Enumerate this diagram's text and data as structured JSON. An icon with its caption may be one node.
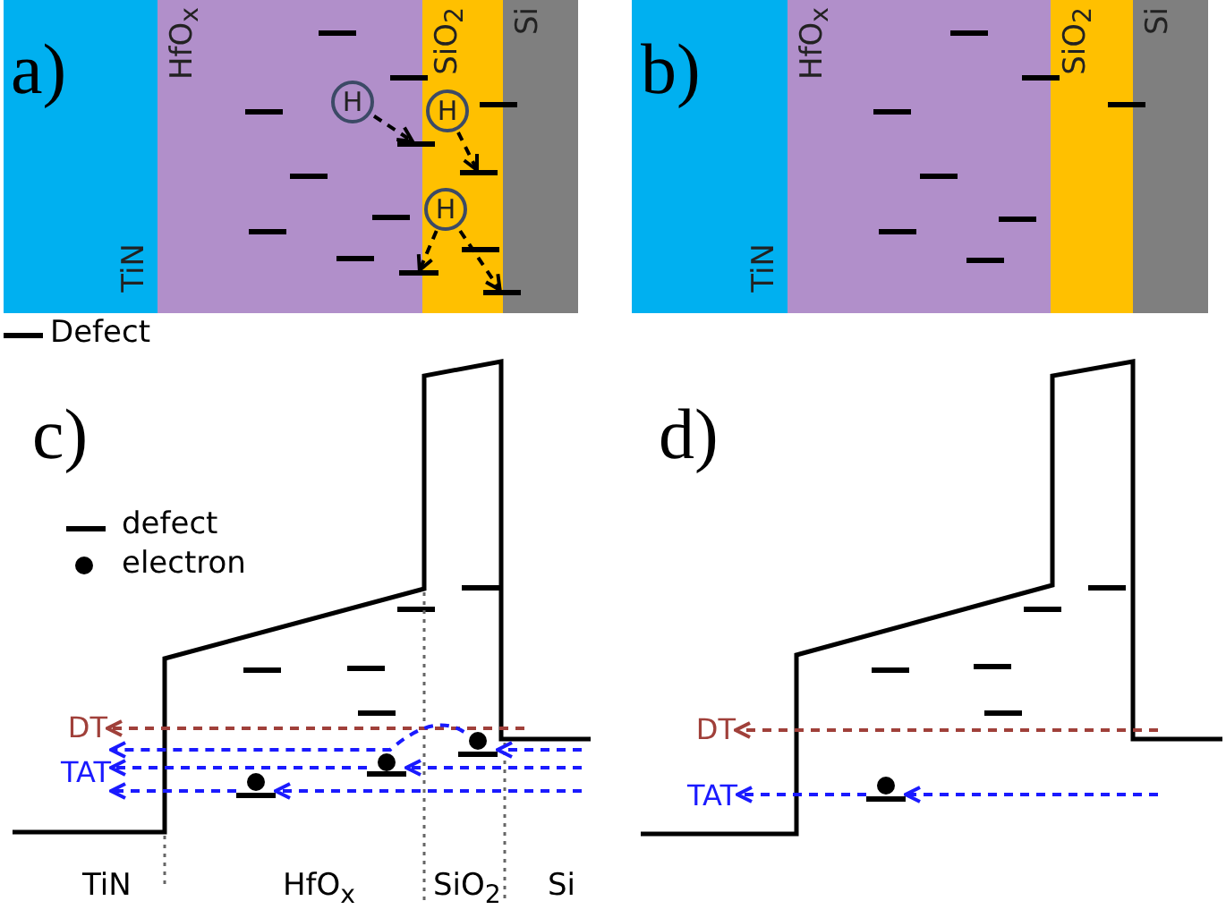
{
  "diagram": {
    "nodes": [
      {
        "text": [
          "TiN"
        ]
      },
      {
        "text": [
          "HfO$_{x}$"
        ]
      },
      {
        "text": [
          "SiO$_{2}$"
        ]
      },
      {
        "text": [
          "Si"
        ]
      },
      {
        "text": [
          "H"
        ],
        "in": 1
      },
      {
        "text": [
          "H"
        ],
        "in": 2
      },
      {
        "text": [
          "H"
        ],
        "in": 2
      },
      {
        "text": [],
        "shape": "bar"
      },
      {
        "text": [],
        "shape": "bar",
        "in": 2
      },
      {
        "text": [],
        "shape": "bar"
      },
      {
        "text": [],
        "shape": "bar"
      },
      {
        "text": [
          "TiN"
        ]
      },
      {
        "text": [
          "HfO$_{x}$"
        ]
      },
      {
        "text": [
          "SiO$_{2}$"
        ]
      },
      {
        "text": [
          "Si"
        ]
      },
      {
        "text": [
          "DT"
        ]
      },
      {
        "text": [
          "TAT"
        ]
      },
      {
        "text": [],
        "shape": "circle"
      },
      {
        "text": [],
        "shape": "circle"
      },
      {
        "text": [],
        "shape": "circle"
      },
      {
        "text": [
          "DT"
        ]
      },
      {
        "text": [
          "TAT"
        ]
      },
      {
        "text": [],
        "shape": "circle"
      }
    ],
    "edges": [
      {
        "from": 4,
        "to": 7,
        "arrow": "to",
        "style": "dashed",
        "color": "#000000"
      },
      {
        "from": 5,
        "to": 8,
        "arrow": "to",
        "style": "dashed",
        "color": "#000000"
      },
      {
        "from": 6,
        "to": 9,
        "arrow": "to",
        "style": "dashed",
        "color": "#000000"
      },
      {
        "from": 6,
        "to": 10,
        "arrow": "to",
        "style": "dashed",
        "color": "#000000"
      },
      {
        "from": null,
        "to": 15,
        "arrow": "to",
        "style": "dashed",
        "color": "#a0403a"
      },
      {
        "from": null,
        "to": 19,
        "arrow": "to",
        "style": "dashed"
      },
      {
        "from": 19,
        "to": 16,
        "arrow": "to",
        "style": "dashed"
      },
      {
        "from": null,
        "to": 18,
        "arrow": "to",
        "style": "dashed"
      },
      {
        "from": 18,
        "to": 16,
        "arrow": "to",
        "style": "dashed"
      },
      {
        "from": null,
        "to": 17,
        "arrow": "to",
        "style": "dashed"
      },
      {
        "from": 17,
        "to": 16,
        "arrow": "to",
        "style": "dashed"
      },
      {
        "from": null,
        "to": 20,
        "arrow": "to",
        "style": "dashed",
        "color": "#a0403a"
      },
      {
        "from": null,
        "to": 22,
        "arrow": "to",
        "style": "dashed"
      },
      {
        "from": 22,
        "to": 21,
        "arrow": "to",
        "style": "dashed"
      }
    ],
    "labels": [
      "a)",
      "b)",
      "c)",
      "d)",
      "TiN",
      "HfO$_{x}$",
      "SiO$_{2}$",
      "Si"
    ],
    "legend": [
      {
        "text": "Defect"
      },
      {
        "text": "defect"
      },
      {
        "text": "electron"
      }
    ]
  }
}
